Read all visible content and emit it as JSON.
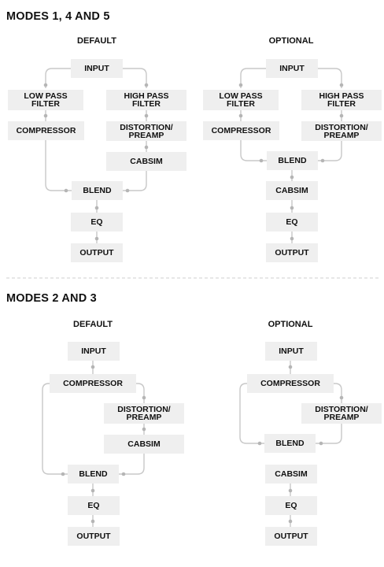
{
  "sections": [
    {
      "title": "MODES 1, 4 AND 5",
      "default_label": "DEFAULT",
      "optional_label": "OPTIONAL",
      "default": {
        "input": "INPUT",
        "low_pass": "LOW PASS\nFILTER",
        "high_pass": "HIGH PASS\nFILTER",
        "compressor": "COMPRESSOR",
        "distortion": "DISTORTION/\nPREAMP",
        "cabsim": "CABSIM",
        "blend": "BLEND",
        "eq": "EQ",
        "output": "OUTPUT"
      },
      "optional": {
        "input": "INPUT",
        "low_pass": "LOW PASS\nFILTER",
        "high_pass": "HIGH PASS\nFILTER",
        "compressor": "COMPRESSOR",
        "distortion": "DISTORTION/\nPREAMP",
        "blend": "BLEND",
        "cabsim": "CABSIM",
        "eq": "EQ",
        "output": "OUTPUT"
      }
    },
    {
      "title": "MODES 2 AND 3",
      "default_label": "DEFAULT",
      "optional_label": "OPTIONAL",
      "default": {
        "input": "INPUT",
        "compressor": "COMPRESSOR",
        "distortion": "DISTORTION/\nPREAMP",
        "cabsim": "CABSIM",
        "blend": "BLEND",
        "eq": "EQ",
        "output": "OUTPUT"
      },
      "optional": {
        "input": "INPUT",
        "compressor": "COMPRESSOR",
        "distortion": "DISTORTION/\nPREAMP",
        "blend": "BLEND",
        "cabsim": "CABSIM",
        "eq": "EQ",
        "output": "OUTPUT"
      }
    }
  ]
}
